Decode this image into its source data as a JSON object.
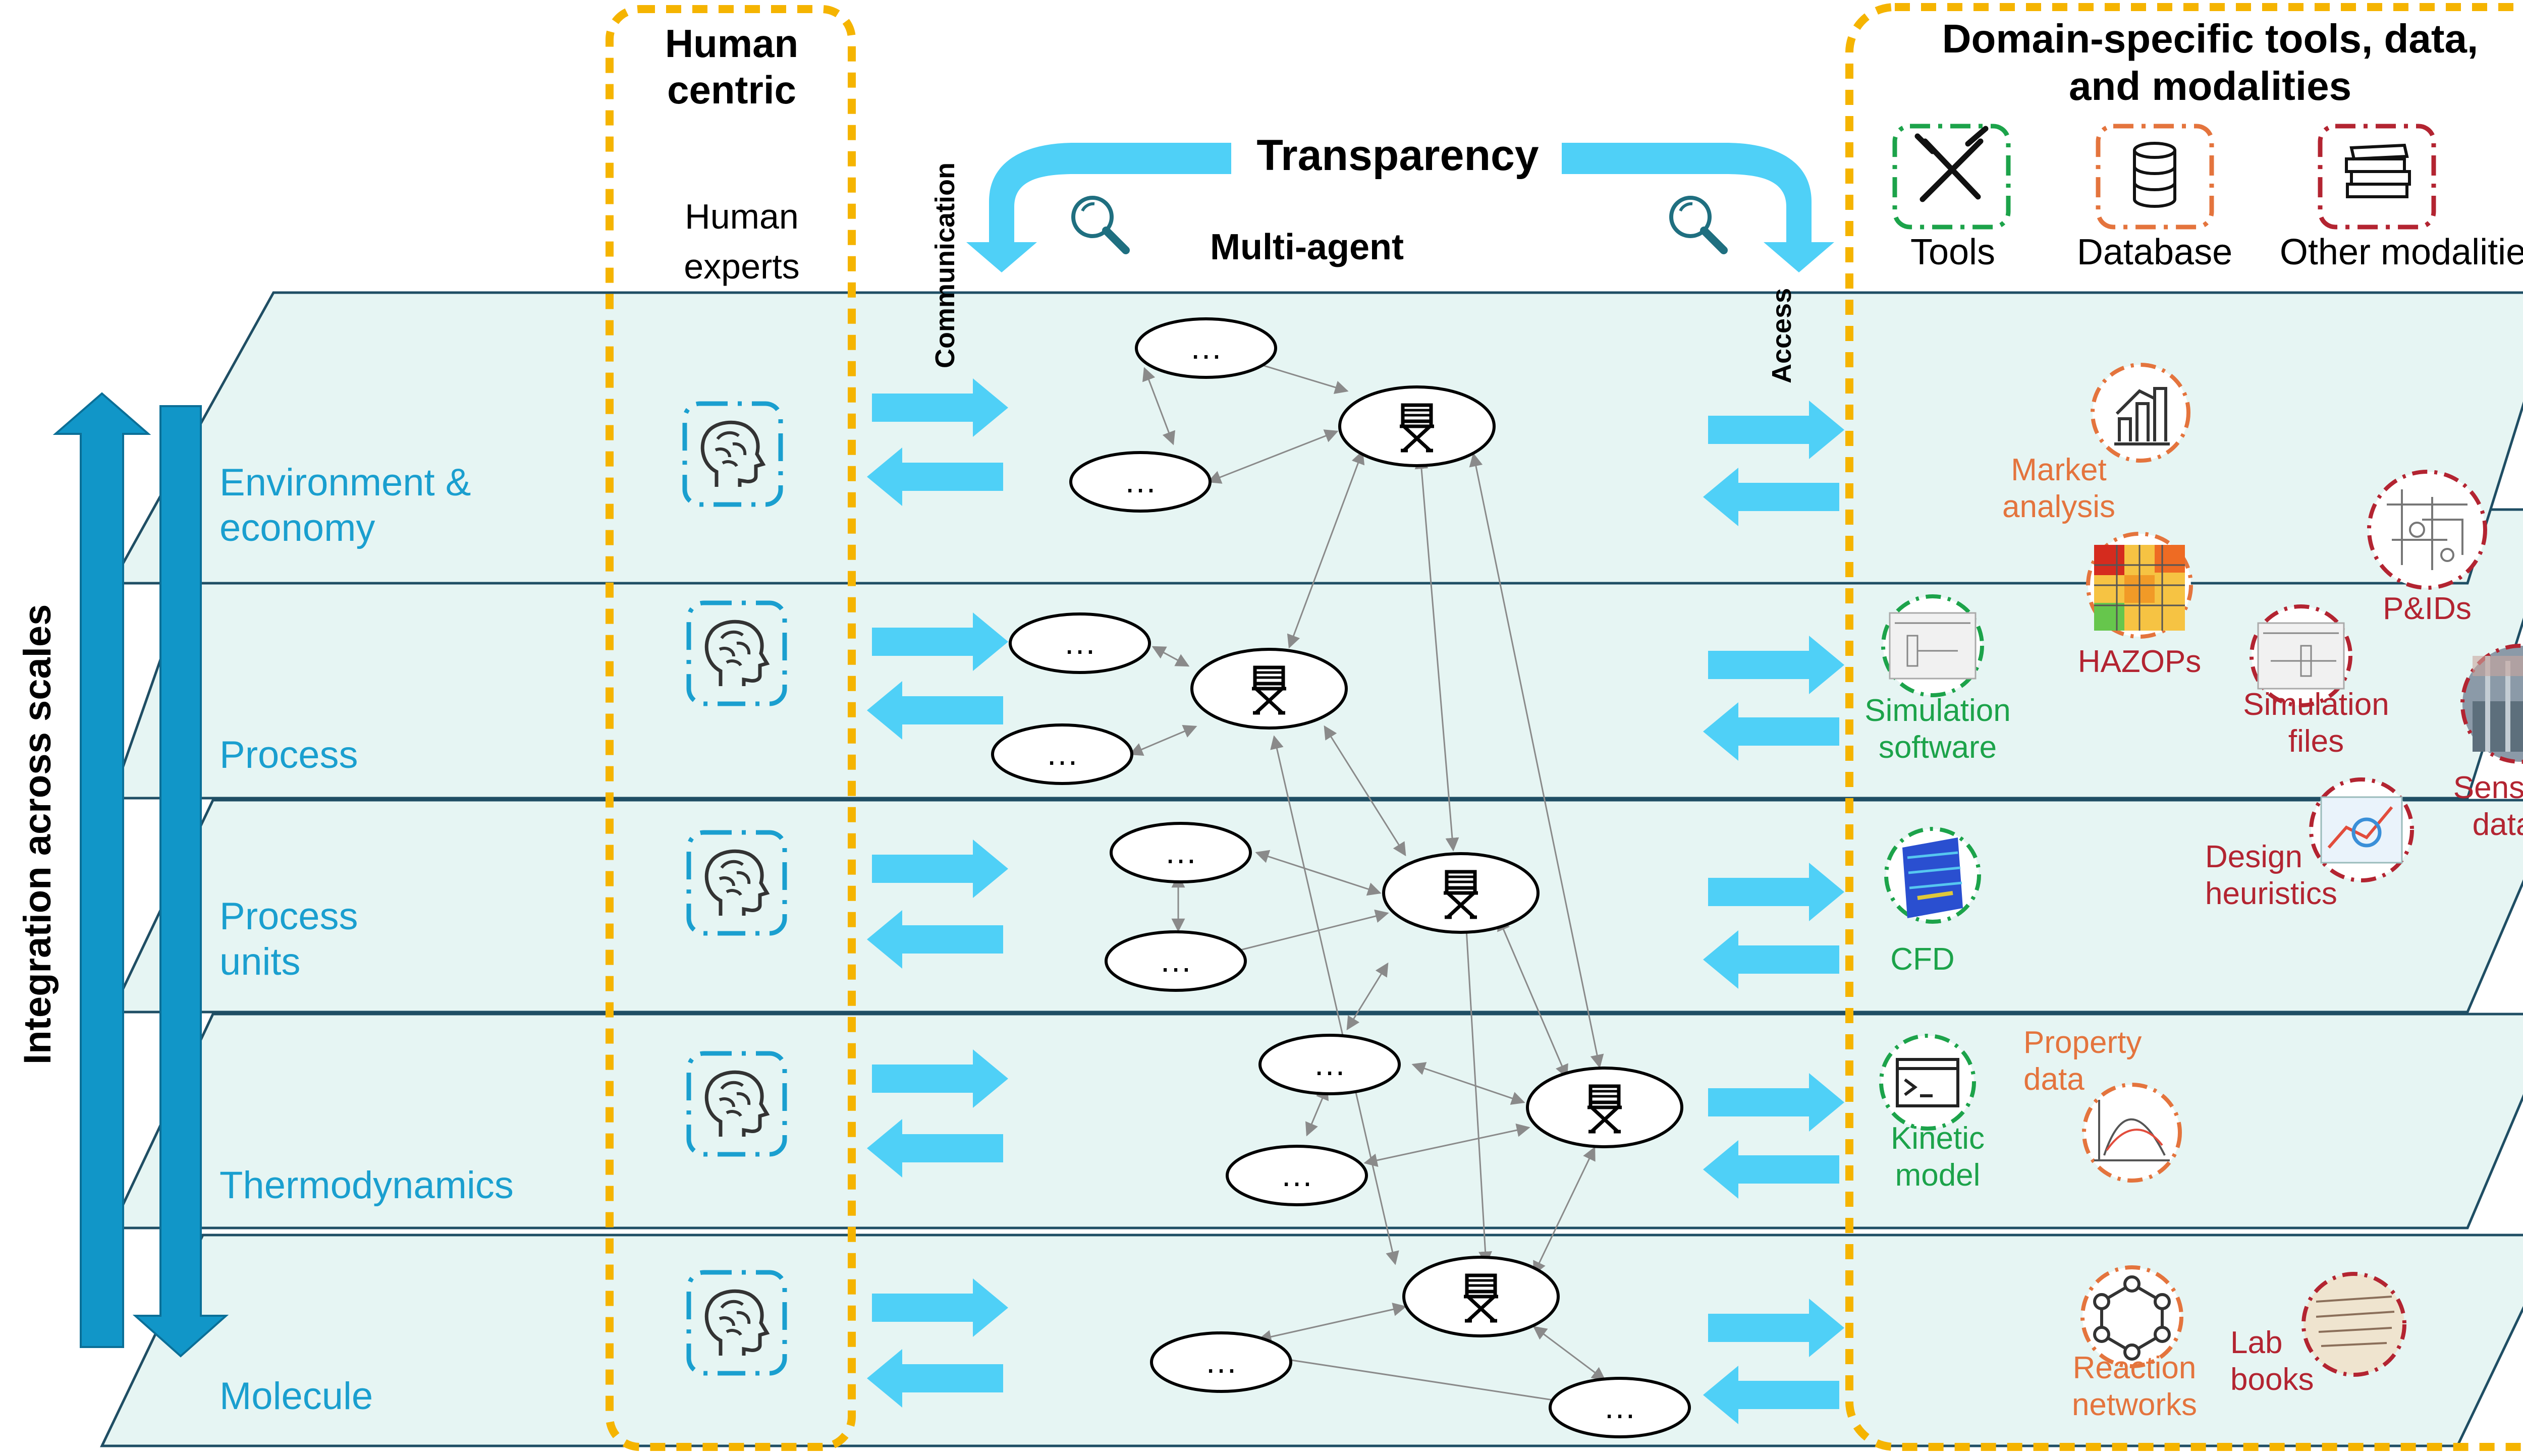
{
  "header": {
    "human_centric_line1": "Human",
    "human_centric_line2": "centric",
    "human_experts_line1": "Human",
    "human_experts_line2": "experts",
    "transparency": "Transparency",
    "multi_agent": "Multi-agent",
    "communication": "Communication",
    "access": "Access",
    "domain_line1": "Domain-specific tools, data,",
    "domain_line2": "and modalities"
  },
  "legend": {
    "tools": "Tools",
    "database": "Database",
    "other": "Other modalities"
  },
  "side_label": "Integration across scales",
  "layers": [
    {
      "line1": "Environment &",
      "line2": "economy"
    },
    {
      "line1": "Process",
      "line2": ""
    },
    {
      "line1": "Process",
      "line2": "units"
    },
    {
      "line1": "Thermodynamics",
      "line2": ""
    },
    {
      "line1": "Molecule",
      "line2": ""
    }
  ],
  "agent_ellipsis": "…",
  "resources": {
    "market_line1": "Market",
    "market_line2": "analysis",
    "hazops": "HAZOPs",
    "pids": "P&IDs",
    "sim_sw_line1": "Simulation",
    "sim_sw_line2": "software",
    "sim_files_line1": "Simulation",
    "sim_files_line2": "files",
    "sensor_line1": "Sensor",
    "sensor_line2": "data",
    "design_line1": "Design",
    "design_line2": "heuristics",
    "cfd": "CFD",
    "property_line1": "Property",
    "property_line2": "data",
    "kinetic_line1": "Kinetic",
    "kinetic_line2": "model",
    "reaction_line1": "Reaction",
    "reaction_line2": "networks",
    "lab_line1": "Lab",
    "lab_line2": "books"
  },
  "colors": {
    "layer_fill": "#e6f5f3",
    "layer_stroke": "#1f4e64",
    "dashed_box": "#f5b400",
    "arrow": "#4fd0f7",
    "layer_text": "#1a9fcf",
    "integration_arrow": "#1196c8",
    "green": "#1ca34a",
    "orange": "#e4743d",
    "red": "#b32431"
  }
}
